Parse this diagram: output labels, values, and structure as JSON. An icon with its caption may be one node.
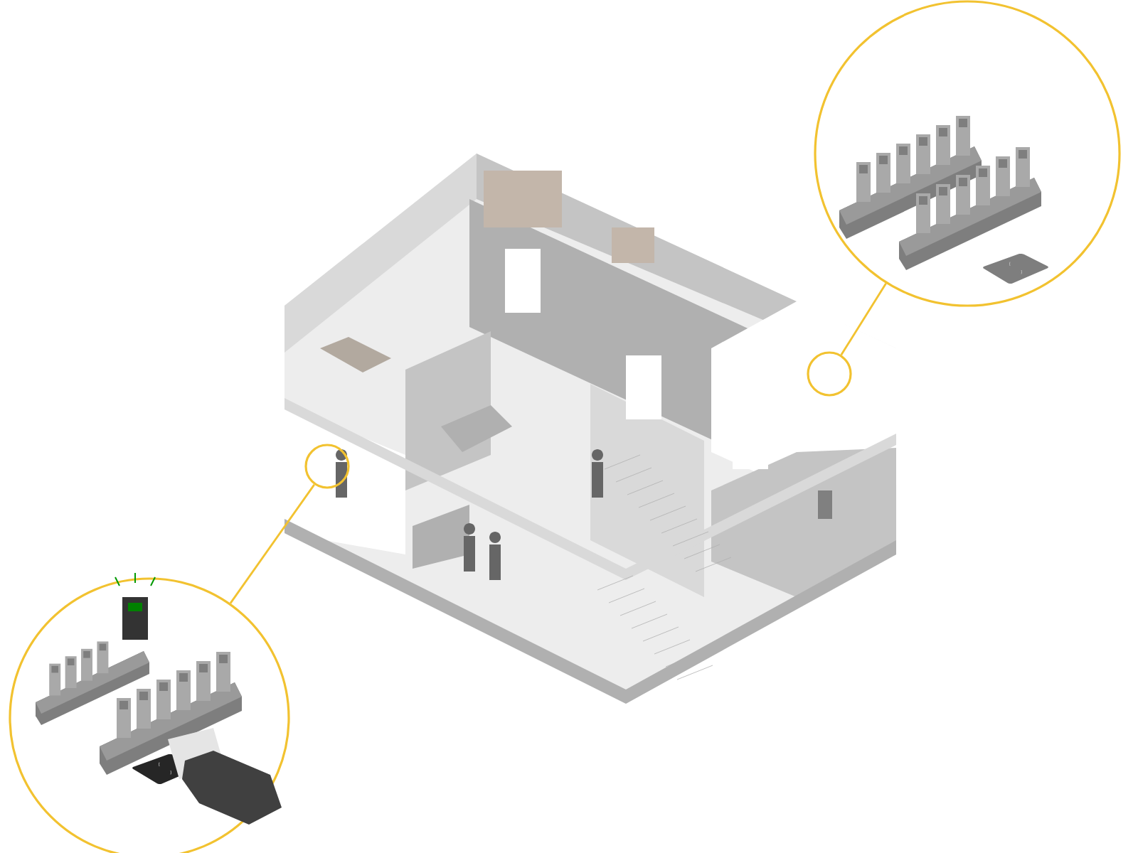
{
  "diagram": {
    "nodes": [
      {
        "text": [],
        "shape": "circle"
      },
      {
        "text": [],
        "shape": "circle"
      },
      {
        "text": [],
        "shape": "circle"
      },
      {
        "text": [],
        "shape": "circle"
      }
    ],
    "edges": [
      {
        "from": 1,
        "to": 0,
        "arrow": "none"
      },
      {
        "from": 2,
        "to": 3,
        "arrow": "none"
      }
    ]
  }
}
